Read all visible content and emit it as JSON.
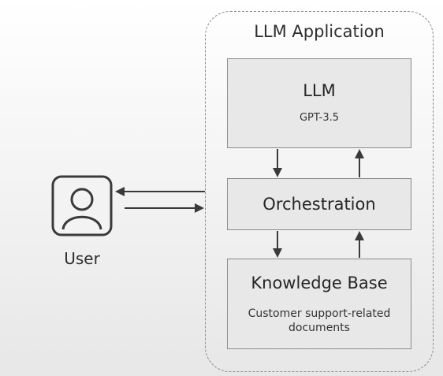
{
  "app": {
    "title": "LLM Application"
  },
  "llm": {
    "title": "LLM",
    "model": "GPT-3.5"
  },
  "orchestration": {
    "title": "Orchestration"
  },
  "knowledge_base": {
    "title": "Knowledge Base",
    "description": "Customer support-related documents"
  },
  "user": {
    "label": "User",
    "icon": "user-icon"
  },
  "colors": {
    "stroke": "#3a3a3a",
    "box_fill": "#e8e8e8",
    "box_border": "#8c8c8c",
    "dashed_border": "#8a8a8a"
  }
}
